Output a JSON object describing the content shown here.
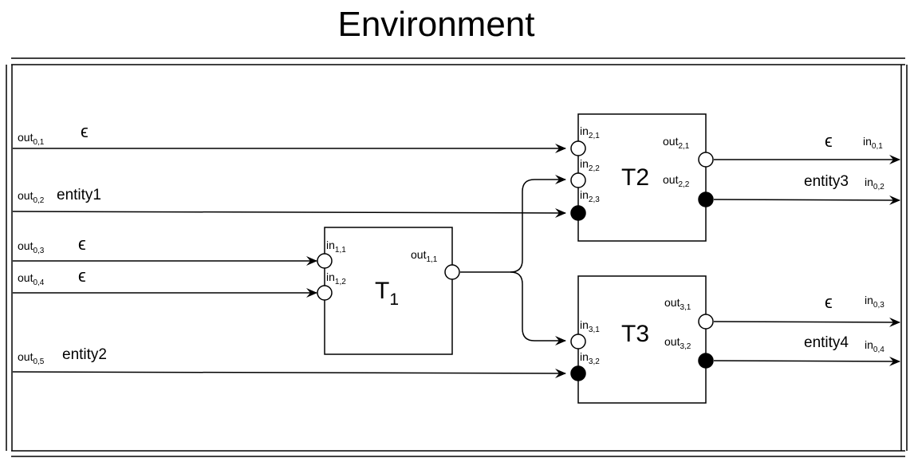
{
  "title": "Environment",
  "blocks": {
    "t1": {
      "name": "T",
      "sub": "1"
    },
    "t2": {
      "name": "T2"
    },
    "t3": {
      "name": "T3"
    }
  },
  "env_outputs": [
    {
      "base": "out",
      "sub": "0,1",
      "signal": "ϵ"
    },
    {
      "base": "out",
      "sub": "0,2",
      "signal": "entity1"
    },
    {
      "base": "out",
      "sub": "0,3",
      "signal": "ϵ"
    },
    {
      "base": "out",
      "sub": "0,4",
      "signal": "ϵ"
    },
    {
      "base": "out",
      "sub": "0,5",
      "signal": "entity2"
    }
  ],
  "env_inputs": [
    {
      "base": "in",
      "sub": "0,1",
      "signal": "ϵ"
    },
    {
      "base": "in",
      "sub": "0,2",
      "signal": "entity3"
    },
    {
      "base": "in",
      "sub": "0,3",
      "signal": "ϵ"
    },
    {
      "base": "in",
      "sub": "0,4",
      "signal": "entity4"
    }
  ],
  "ports": {
    "in_1_1": {
      "base": "in",
      "sub": "1,1"
    },
    "in_1_2": {
      "base": "in",
      "sub": "1,2"
    },
    "out_1_1": {
      "base": "out",
      "sub": "1,1"
    },
    "in_2_1": {
      "base": "in",
      "sub": "2,1"
    },
    "in_2_2": {
      "base": "in",
      "sub": "2,2"
    },
    "in_2_3": {
      "base": "in",
      "sub": "2,3"
    },
    "out_2_1": {
      "base": "out",
      "sub": "2,1"
    },
    "out_2_2": {
      "base": "out",
      "sub": "2,2"
    },
    "in_3_1": {
      "base": "in",
      "sub": "3,1"
    },
    "in_3_2": {
      "base": "in",
      "sub": "3,2"
    },
    "out_3_1": {
      "base": "out",
      "sub": "3,1"
    },
    "out_3_2": {
      "base": "out",
      "sub": "3,2"
    }
  }
}
